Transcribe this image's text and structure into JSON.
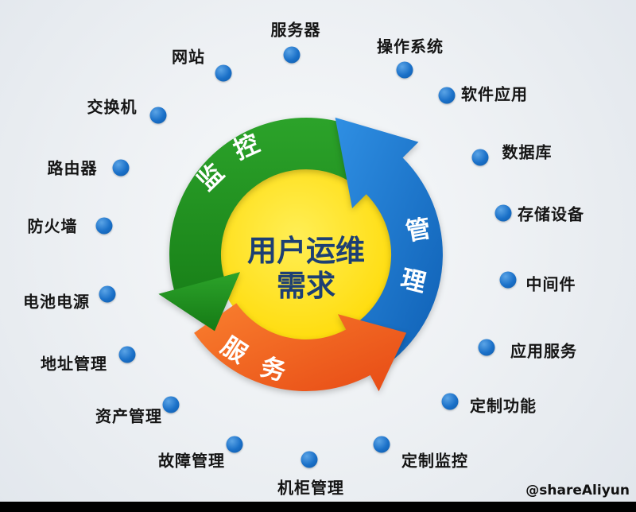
{
  "center": {
    "line1": "用户运维",
    "line2": "需求"
  },
  "arrows": {
    "monitoring": {
      "label": "监控",
      "char1": "监",
      "char2": "控",
      "color": "#1f941f"
    },
    "management": {
      "label": "管理",
      "char1": "管",
      "char2": "理",
      "color": "#1677d2"
    },
    "service": {
      "label": "服务",
      "char1": "服",
      "char2": "务",
      "color": "#f1581f"
    }
  },
  "nodes": [
    {
      "label": "服务器"
    },
    {
      "label": "操作系统"
    },
    {
      "label": "软件应用"
    },
    {
      "label": "数据库"
    },
    {
      "label": "存储设备"
    },
    {
      "label": "中间件"
    },
    {
      "label": "应用服务"
    },
    {
      "label": "定制功能"
    },
    {
      "label": "定制监控"
    },
    {
      "label": "机柜管理"
    },
    {
      "label": "故障管理"
    },
    {
      "label": "资产管理"
    },
    {
      "label": "地址管理"
    },
    {
      "label": "电池电源"
    },
    {
      "label": "防火墙"
    },
    {
      "label": "路由器"
    },
    {
      "label": "交换机"
    },
    {
      "label": "网站"
    }
  ],
  "watermark": "@shareAliyun",
  "colors": {
    "dot_blue": "#1a70c8",
    "arrow_green": "#1f941f",
    "arrow_blue": "#1677d2",
    "arrow_orange": "#f1581f",
    "center_circle_yellow": "#ffdf00",
    "center_text_navy": "#1d3f73",
    "background": "#edf0f4"
  }
}
